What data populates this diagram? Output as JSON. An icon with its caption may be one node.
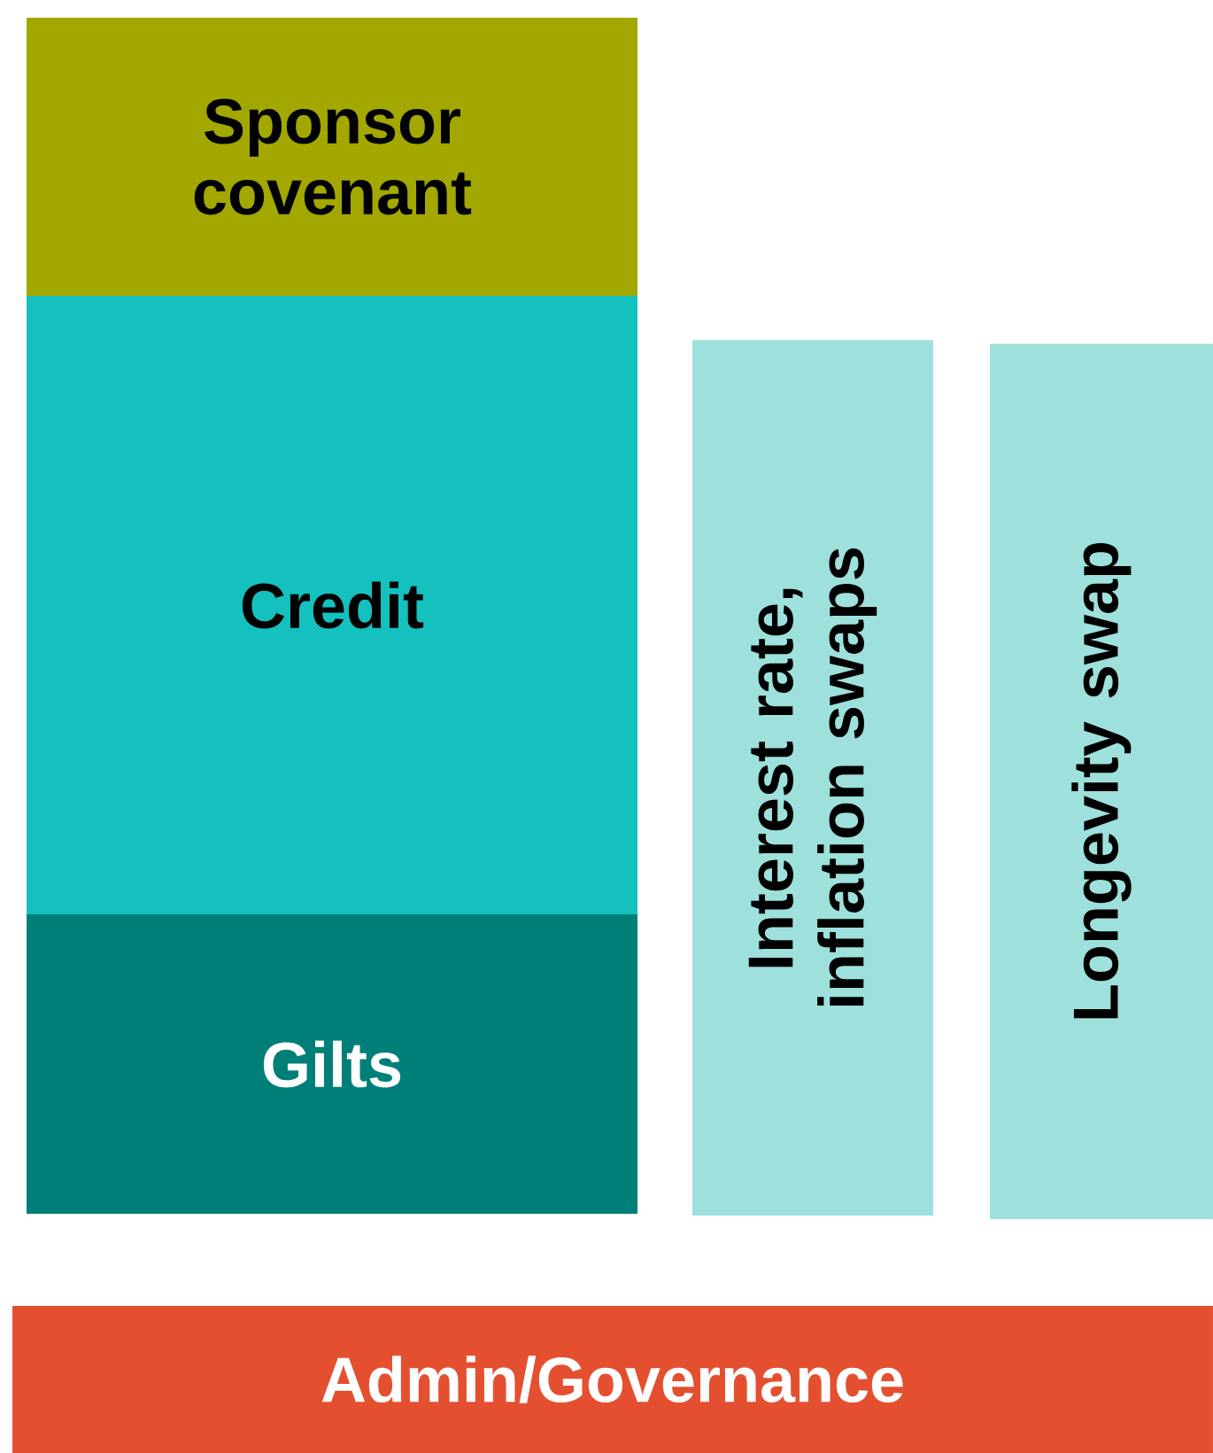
{
  "diagram": {
    "nodes": [
      {
        "text": [
          "Sponsor covenant"
        ]
      },
      {
        "text": [
          "Credit"
        ]
      },
      {
        "text": [
          "Gilts"
        ]
      },
      {
        "text": [
          "Interest rate, inflation swaps"
        ]
      },
      {
        "text": [
          "Longevity swap"
        ]
      },
      {
        "text": [
          "Admin/Governance"
        ]
      }
    ]
  }
}
